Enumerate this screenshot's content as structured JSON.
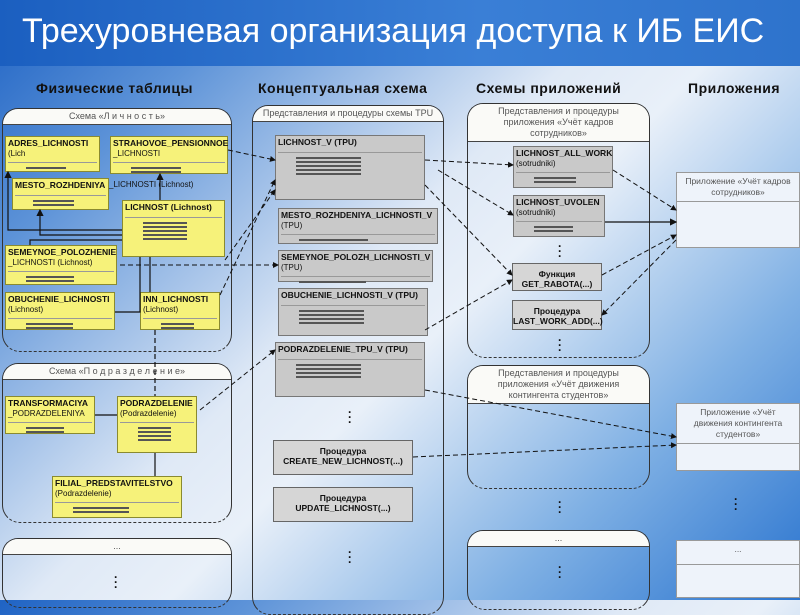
{
  "title": "Трехуровневая организация доступа к ИБ ЕИС",
  "columns": [
    "Физические таблицы",
    "Концептуальная схема",
    "Схемы приложений",
    "Приложения"
  ],
  "physical": {
    "schema_lichnost": "Схема «Л и ч н о с т ь»",
    "schema_podrazdelenie": "Схема «П о д р а з д е л е н и е»",
    "schema_other": "...",
    "tables": [
      {
        "name": "ADRES_LICHNOSTI",
        "suffix": "(Lich"
      },
      {
        "name": "STRAHOVOE_PENSIONNOE",
        "suffix": "_LICHNOSTI"
      },
      {
        "name": "MESTO_ROZHDENIYA",
        "suffix": "_LICHNOSTI (Lichnost)"
      },
      {
        "name": "LICHNOST (Lichnost)",
        "suffix": ""
      },
      {
        "name": "SEMEYNOE_POLOZHENIE",
        "suffix": "_LICHNOSTI (Lichnost)"
      },
      {
        "name": "OBUCHENIE_LICHNOSTI",
        "suffix": "(Lichnost)"
      },
      {
        "name": "INN_LICHNOSTI",
        "suffix": "(Lichnost)"
      },
      {
        "name": "TRANSFORMACIYA",
        "suffix": "_PODRAZDELENIYA"
      },
      {
        "name": "PODRAZDELENIE",
        "suffix": "(Podrazdelenie)"
      },
      {
        "name": "FILIAL_PREDSTAVITELSTVO",
        "suffix": "(Podrazdelenie)"
      }
    ]
  },
  "conceptual": {
    "header": "Представления и процедуры схемы TPU",
    "views": [
      {
        "name": "LICHNOST_V (TPU)",
        "suffix": ""
      },
      {
        "name": "MESTO_ROZHDENIYA_LICHNOSTI_V",
        "suffix": "(TPU)"
      },
      {
        "name": "SEMEYNOE_POLOZH_LICHNOSTI_V",
        "suffix": "(TPU)"
      },
      {
        "name": "OBUCHENIE_LICHNOSTI_V (TPU)",
        "suffix": ""
      },
      {
        "name": "PODRAZDELENIE_TPU_V (TPU)",
        "suffix": ""
      }
    ],
    "procs": [
      {
        "kind": "Процедура",
        "name": "CREATE_NEW_LICHNOST(...)"
      },
      {
        "kind": "Процедура",
        "name": "UPDATE_LICHNOST(...)"
      }
    ]
  },
  "app_schemas": {
    "kadry_header": "Представления и процедуры приложения «Учёт кадров сотрудников»",
    "kadry_views": [
      {
        "name": "LICHNOST_ALL_WORK",
        "suffix": "(sotrudniki)"
      },
      {
        "name": "LICHNOST_UVOLEN",
        "suffix": "(sotrudniki)"
      }
    ],
    "kadry_procs": [
      {
        "kind": "Функция",
        "name": "GET_RABOTA(...)"
      },
      {
        "kind": "Процедура",
        "name": "LAST_WORK_ADD(...)"
      }
    ],
    "students_header": "Представления и процедуры приложения «Учёт движения контингента студентов»",
    "other_header": "..."
  },
  "apps": [
    {
      "title": "Приложение «Учёт кадров сотрудников»"
    },
    {
      "title": "Приложение «Учёт движения контингента студентов»"
    },
    {
      "title": "..."
    }
  ]
}
